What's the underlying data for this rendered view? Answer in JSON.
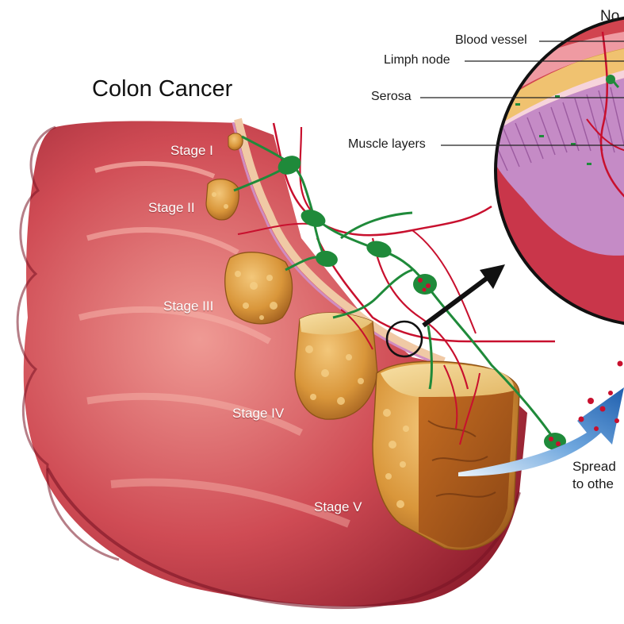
{
  "title": "Colon Cancer",
  "stages": [
    "Stage I",
    "Stage II",
    "Stage III",
    "Stage IV",
    "Stage V"
  ],
  "layers": {
    "normal_cut": "No",
    "blood_vessel": "Blood vessel",
    "limph_node": "Limph node",
    "serosa": "Serosa",
    "muscle_layers": "Muscle layers"
  },
  "spread": {
    "line1": "Spread",
    "line2": "to othe"
  },
  "colors": {
    "colon_dark": "#8e1d2c",
    "colon_mid": "#c9474f",
    "colon_light": "#e98a86",
    "tumor": "#d99a3c",
    "lymph_green": "#1f8a3a",
    "vessel_red": "#c8102e",
    "arrow_blue": "#2f78c4"
  }
}
